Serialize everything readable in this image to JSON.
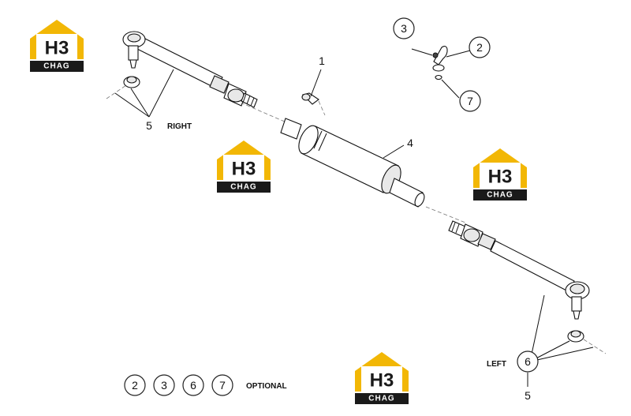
{
  "callouts": {
    "c1": "1",
    "c2": "2",
    "c3": "3",
    "c4": "4",
    "c5_right": "5",
    "c5_left": "5",
    "c6": "6",
    "c7": "7"
  },
  "labels": {
    "right": "RIGHT",
    "left": "LEFT",
    "optional": "OPTIONAL"
  },
  "legend": {
    "items": [
      "2",
      "3",
      "6",
      "7"
    ]
  },
  "watermark": {
    "mark": "H3",
    "word": "CHAG"
  },
  "colors": {
    "logo_yellow": "#f2b705",
    "logo_dark": "#1a1a1a",
    "line": "#111111"
  }
}
